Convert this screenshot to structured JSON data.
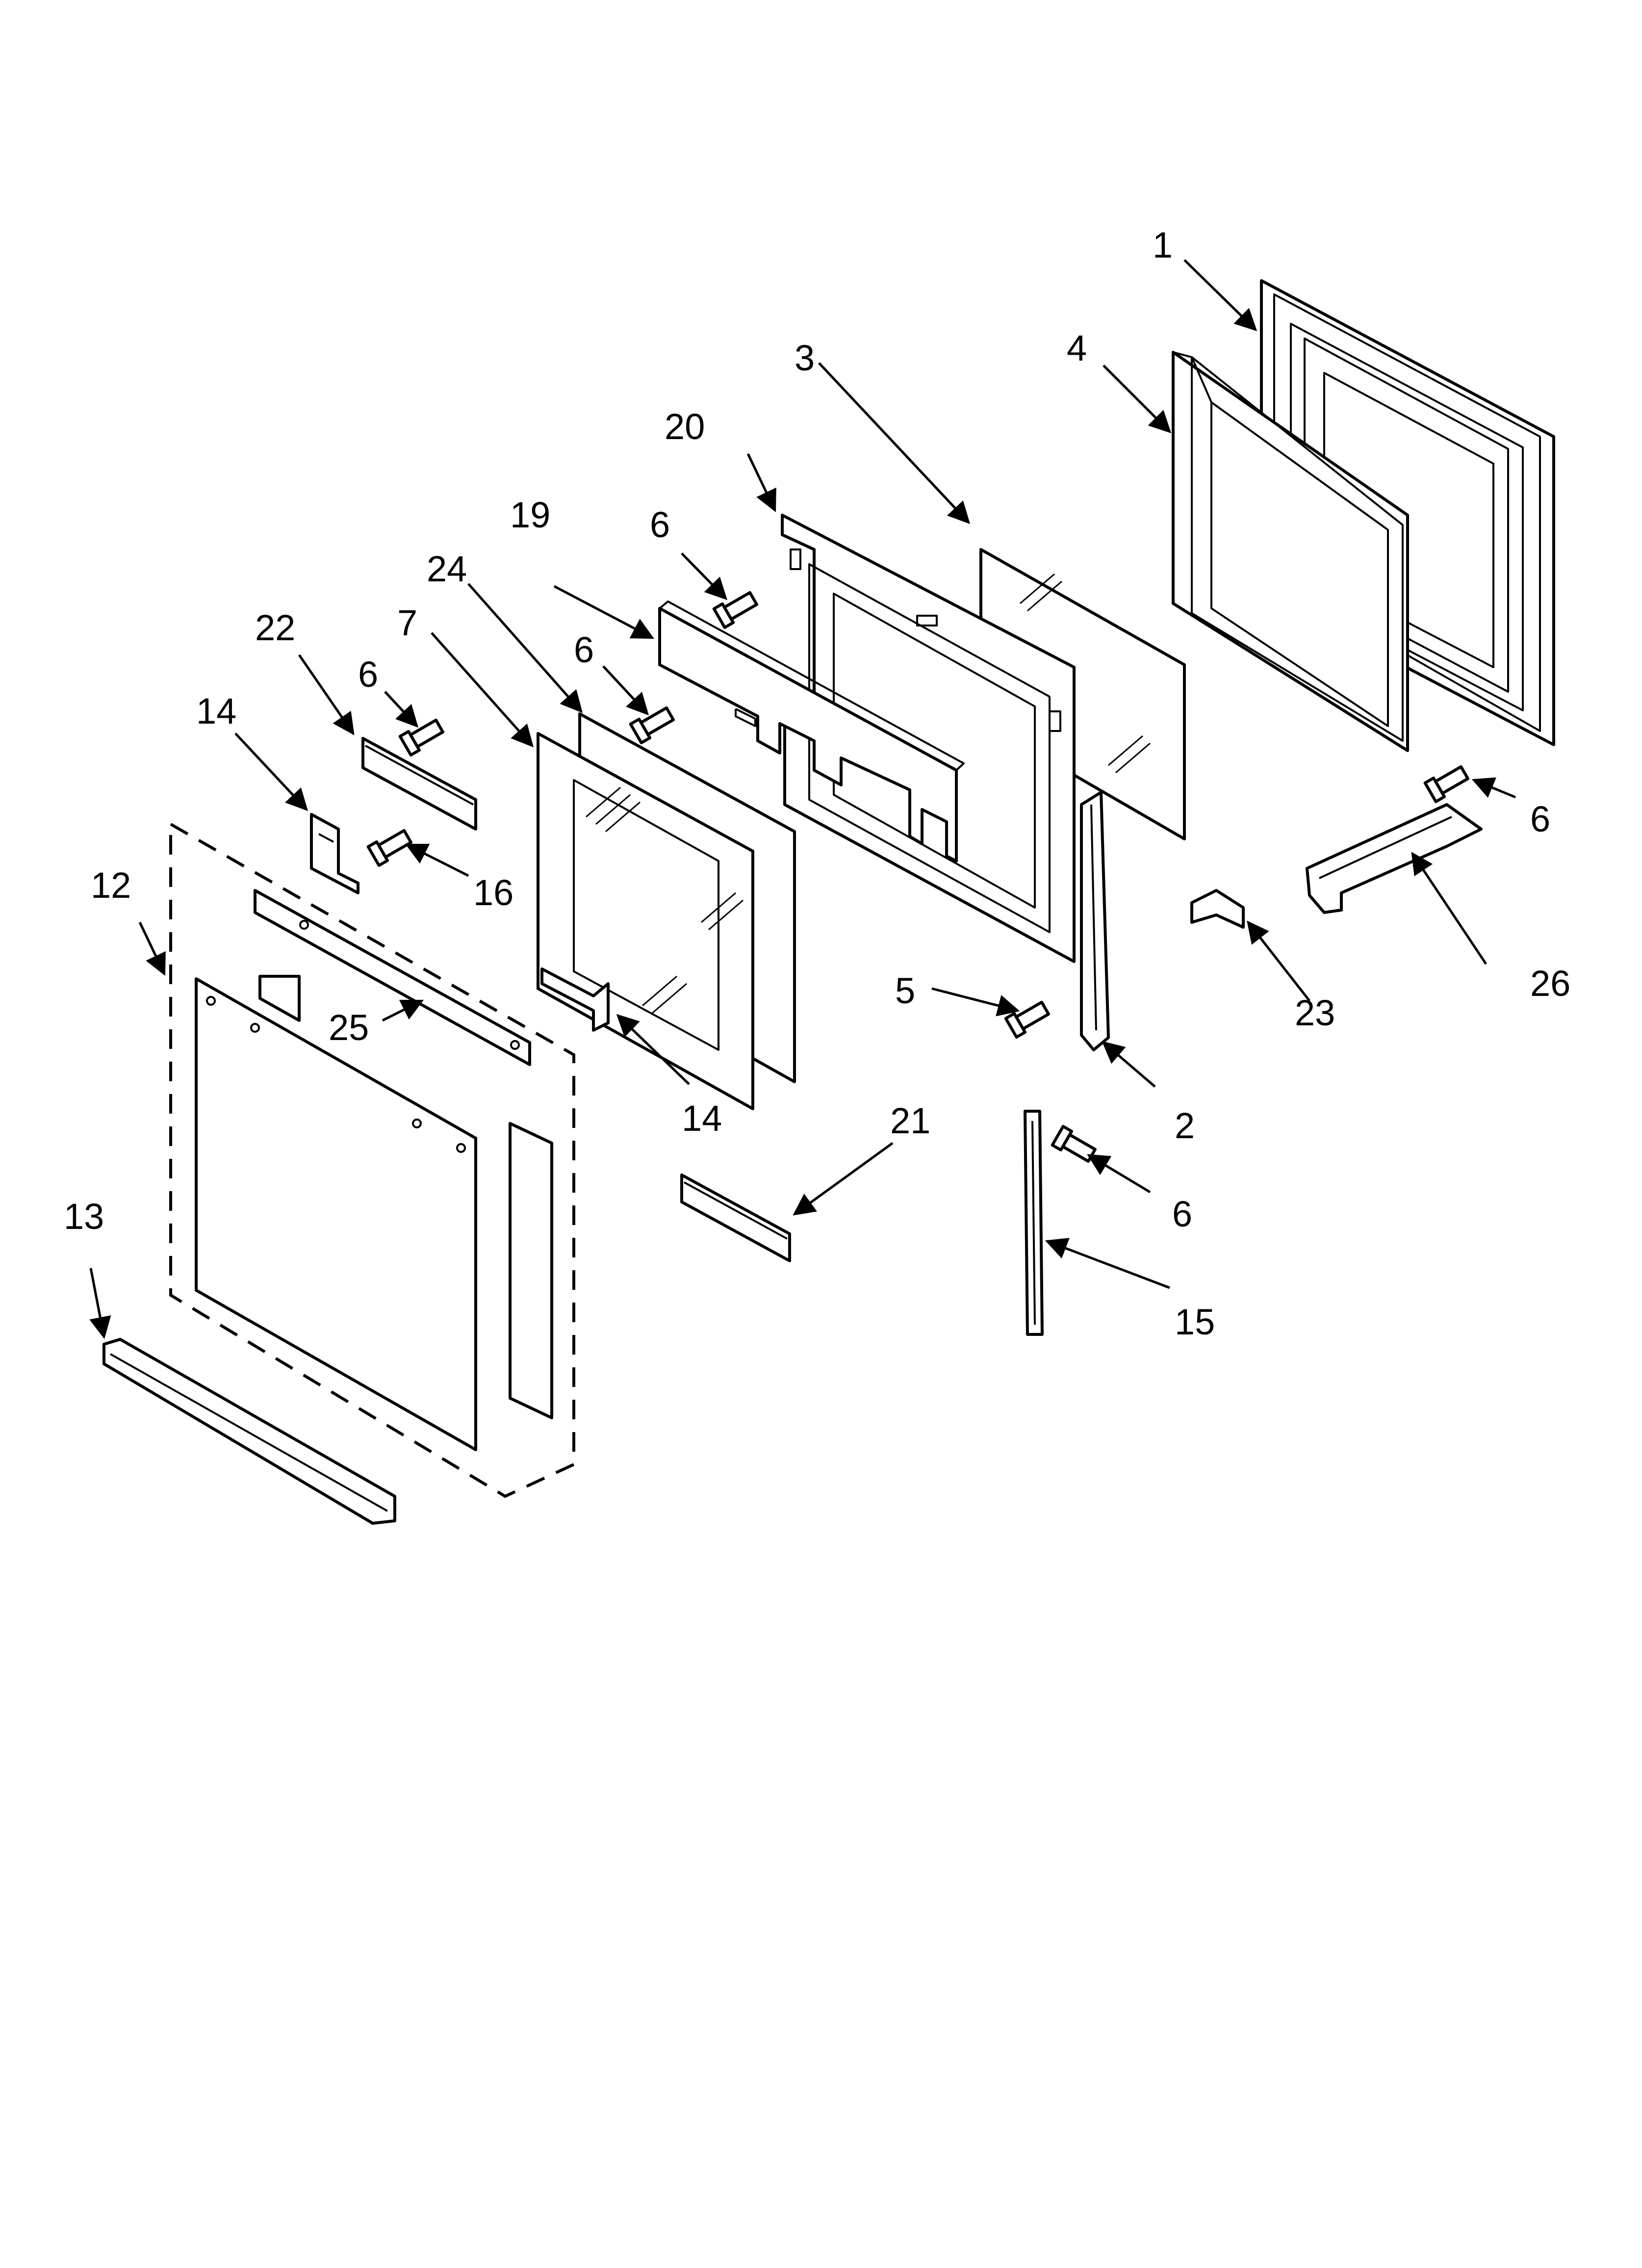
{
  "diagram": {
    "callouts": [
      {
        "id": "c1",
        "label": "1"
      },
      {
        "id": "c2",
        "label": "2"
      },
      {
        "id": "c3",
        "label": "3"
      },
      {
        "id": "c4",
        "label": "4"
      },
      {
        "id": "c5",
        "label": "5"
      },
      {
        "id": "c6a",
        "label": "6"
      },
      {
        "id": "c6b",
        "label": "6"
      },
      {
        "id": "c6c",
        "label": "6"
      },
      {
        "id": "c6d",
        "label": "6"
      },
      {
        "id": "c6e",
        "label": "6"
      },
      {
        "id": "c7",
        "label": "7"
      },
      {
        "id": "c12",
        "label": "12"
      },
      {
        "id": "c13",
        "label": "13"
      },
      {
        "id": "c14a",
        "label": "14"
      },
      {
        "id": "c14b",
        "label": "14"
      },
      {
        "id": "c15",
        "label": "15"
      },
      {
        "id": "c16",
        "label": "16"
      },
      {
        "id": "c19",
        "label": "19"
      },
      {
        "id": "c20",
        "label": "20"
      },
      {
        "id": "c21",
        "label": "21"
      },
      {
        "id": "c22",
        "label": "22"
      },
      {
        "id": "c23",
        "label": "23"
      },
      {
        "id": "c24",
        "label": "24"
      },
      {
        "id": "c25",
        "label": "25"
      },
      {
        "id": "c26",
        "label": "26"
      }
    ]
  }
}
